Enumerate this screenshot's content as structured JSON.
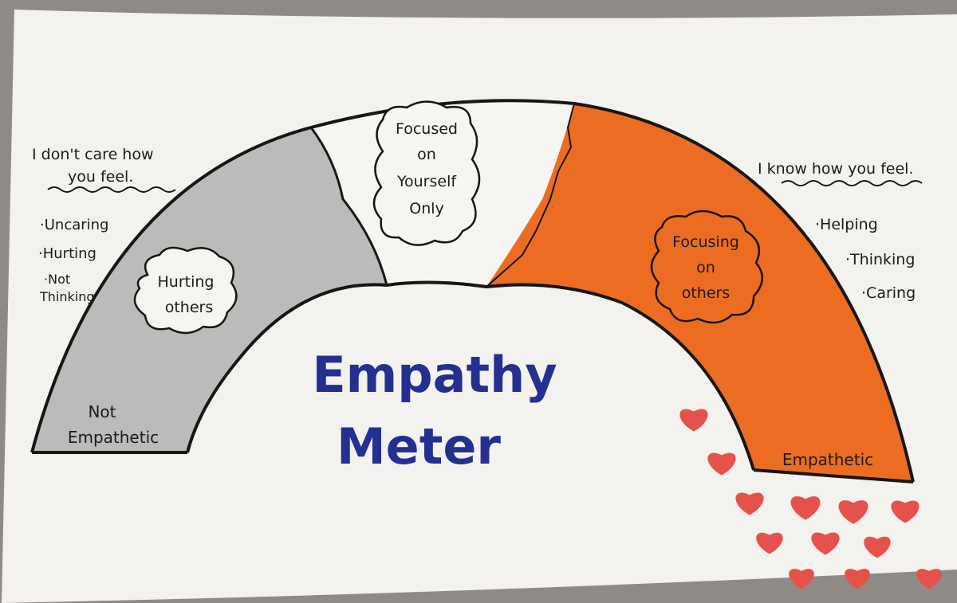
{
  "meter": {
    "left_statement": [
      "I don't care how",
      "you feel."
    ],
    "left_traits": [
      "Uncaring",
      "Hurting",
      "Not",
      "Thinking"
    ],
    "right_statement": "I know how you feel.",
    "right_traits": [
      "Helping",
      "Thinking",
      "Caring"
    ],
    "cloud_left": [
      "Hurting",
      "others"
    ],
    "cloud_middle": [
      "Focused",
      "on",
      "Yourself",
      "Only"
    ],
    "cloud_right": [
      "Focusing",
      "on",
      "others"
    ],
    "end_left": [
      "Not",
      "Empathetic"
    ],
    "end_right": "Empathetic",
    "title": [
      "Empathy",
      "Meter"
    ]
  },
  "colors": {
    "gray_section": "#b9b8b6",
    "orange_section": "#ec6d22",
    "title_ink": "#23308f",
    "heart": "#e5524c"
  }
}
